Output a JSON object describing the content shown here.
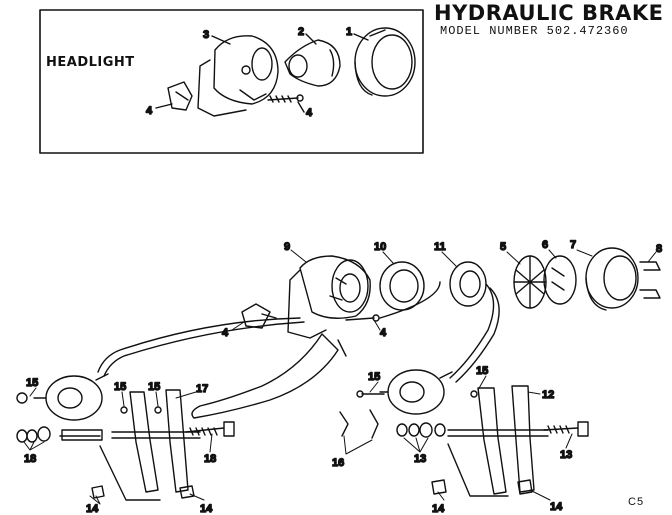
{
  "title": "HYDRAULIC BRAKE",
  "model_line": "MODEL NUMBER  502.472360",
  "inset_label": "HEADLIGHT",
  "page_code": "C5",
  "callouts": {
    "h1": "1",
    "h2": "2",
    "h3": "3",
    "h4a": "4",
    "h4b": "4",
    "c9": "9",
    "c10": "10",
    "c11": "11",
    "c5": "5",
    "c6": "6",
    "c7": "7",
    "c8": "8",
    "c4a": "4",
    "c4b": "4",
    "c15a": "15",
    "c15b": "15",
    "c15c": "15",
    "c17": "17",
    "c18a": "18",
    "c18b": "18",
    "c14a": "14",
    "c14b": "14",
    "c15d": "15",
    "c15e": "15",
    "c12": "12",
    "c16": "16",
    "c13a": "13",
    "c13b": "13",
    "c14c": "14",
    "c14d": "14"
  }
}
